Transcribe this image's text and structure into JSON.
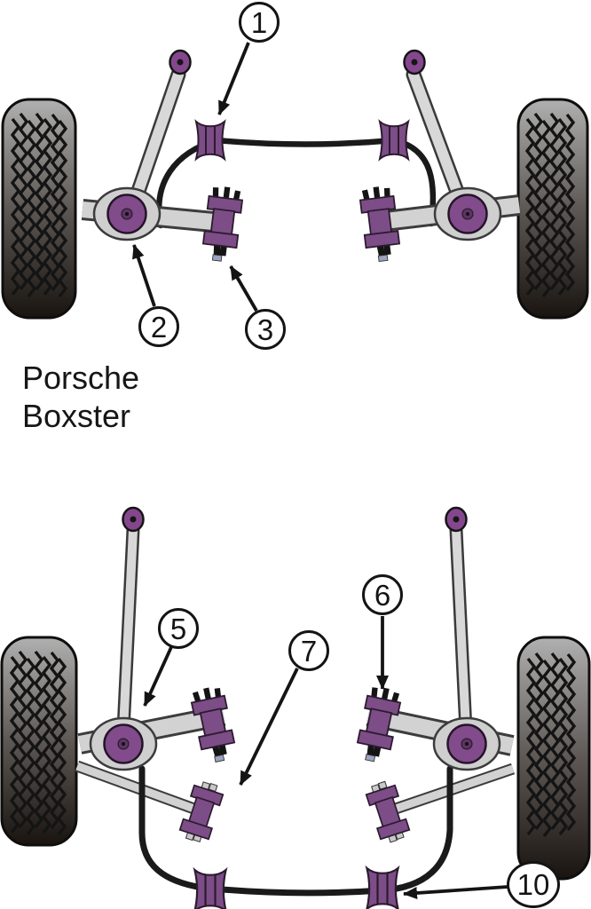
{
  "title": {
    "line1": "Porsche",
    "line2": "Boxster"
  },
  "callouts": {
    "front": [
      {
        "label": "1"
      },
      {
        "label": "2"
      },
      {
        "label": "3"
      }
    ],
    "rear": [
      {
        "label": "5"
      },
      {
        "label": "6"
      },
      {
        "label": "7"
      },
      {
        "label": "10"
      }
    ]
  },
  "colors": {
    "bush_purple": "#7d4d87",
    "hub_purple": "#824b8b",
    "nut_blue_gray": "#9aa3c0",
    "arm_gray": "#d2d2d2",
    "link_gray": "#d8d8d8",
    "tire_light": "#ababab",
    "tire_dark": "#19140f",
    "outline_black": "#141414",
    "background": "#ffffff"
  }
}
